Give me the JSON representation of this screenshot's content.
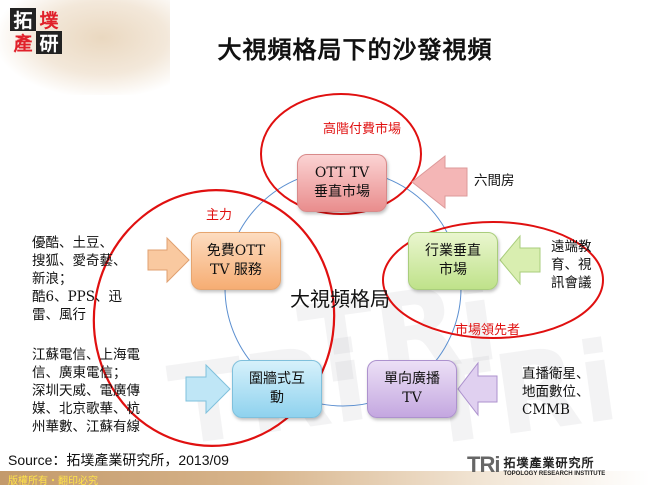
{
  "header": {
    "logo": [
      "拓",
      "墣",
      "產",
      "研"
    ],
    "title": "大視頻格局下的沙發視頻"
  },
  "diagram": {
    "center_label": "大視頻格局",
    "groups": [
      {
        "label": "高階付費市場",
        "color": "#e01010"
      },
      {
        "label": "主力",
        "color": "#e01010"
      },
      {
        "label": "市場領先者",
        "color": "#e01010"
      }
    ],
    "nodes": [
      {
        "id": "ott",
        "lines": [
          "OTT TV",
          "垂直市場"
        ],
        "color": "#f2a9a9",
        "source": [
          "六間房"
        ]
      },
      {
        "id": "free",
        "lines": [
          "免費OTT",
          "TV 服務"
        ],
        "color": "#f9c393",
        "source": [
          "優酷、土豆、",
          "搜狐、愛奇藝、",
          "新浪；",
          "酷6、PPS、迅",
          "雷、風行"
        ]
      },
      {
        "id": "industry",
        "lines": [
          "行業垂直",
          "市場"
        ],
        "color": "#d6ecac",
        "source": [
          "遠端教",
          "育、視",
          "訊會議"
        ]
      },
      {
        "id": "walled",
        "lines": [
          "圍牆式互",
          "動"
        ],
        "color": "#b4e2f5",
        "source": [
          "江蘇電信、上海電",
          "信、廣東電信；",
          "深圳天威、電廣傳",
          "媒、北京歌華、杭",
          "州華數、江蘇有線"
        ]
      },
      {
        "id": "broadcast",
        "lines": [
          "單向廣播",
          "TV"
        ],
        "color": "#d8c4ec",
        "source": [
          "直播衛星、",
          "地面數位、",
          "CMMB"
        ]
      }
    ]
  },
  "footer": {
    "source": "Source：拓墣產業研究所，2013/09",
    "copyright": "版權所有・翻印必究",
    "brand_mark": "TRi",
    "brand_cn": "拓墣產業研究所",
    "brand_en": "TOPOLOGY RESEARCH INSTITUTE"
  }
}
